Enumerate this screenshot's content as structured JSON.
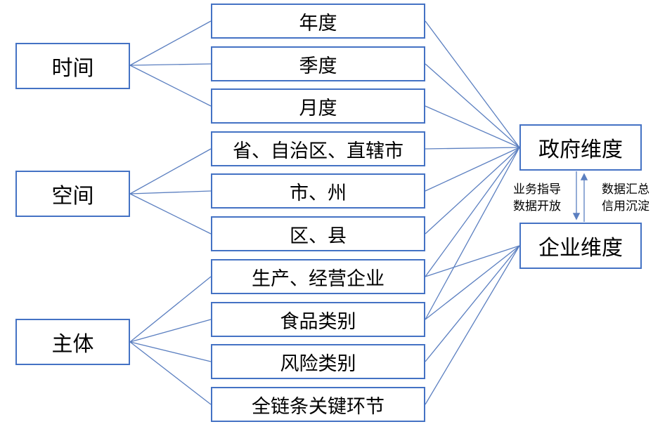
{
  "categories": {
    "time": "时间",
    "space": "空间",
    "subject": "主体"
  },
  "time_items": [
    "年度",
    "季度",
    "月度"
  ],
  "space_items": [
    "省、自治区、直辖市",
    "市、州",
    "区、县"
  ],
  "subject_items": [
    "生产、经营企业",
    "食品类别",
    "风险类别",
    "全链条关键环节"
  ],
  "dimensions": {
    "government": "政府维度",
    "enterprise": "企业维度"
  },
  "arrow_notes": {
    "down_line1": "业务指导",
    "down_line2": "数据开放",
    "up_line1": "数据汇总",
    "up_line2": "信用沉淀"
  },
  "colors": {
    "border": "#4472C4",
    "connector": "#5B7FC0"
  }
}
